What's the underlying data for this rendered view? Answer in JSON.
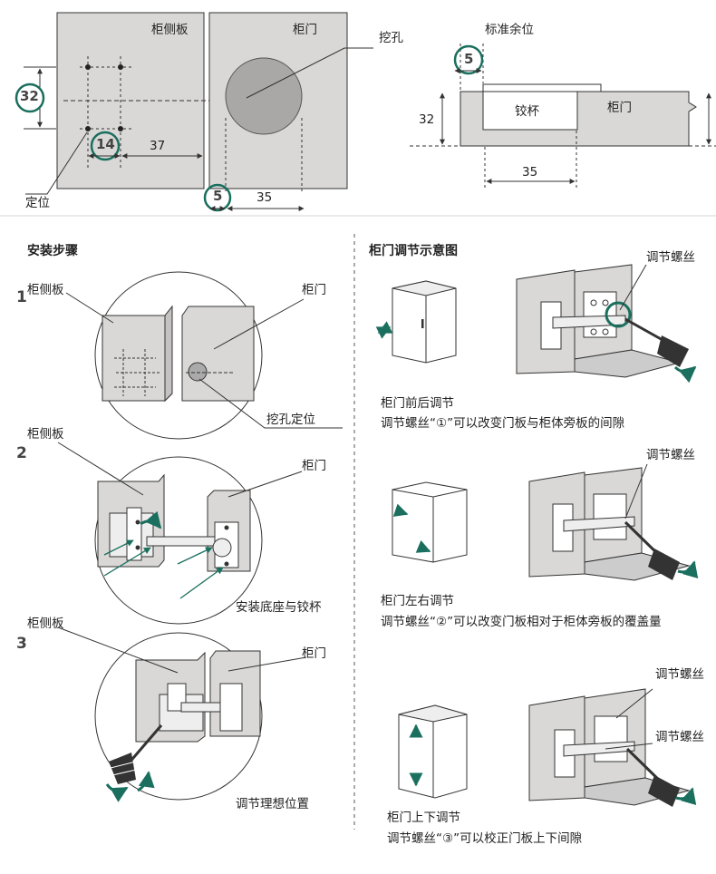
{
  "top": {
    "side_panel": "柜侧板",
    "door": "柜门",
    "hole": "挖孔",
    "dim_32": "32",
    "dim_14": "14",
    "dim_37": "37",
    "dim_5": "5",
    "dim_35": "35",
    "locate": "定位",
    "std_clearance": "标准余位",
    "dim_5_r": "5",
    "dim_32_r": "32",
    "cup": "铰杯",
    "door_r": "柜门",
    "dim_35_r": "35"
  },
  "install": {
    "title": "安装步骤",
    "steps": [
      {
        "num": "1",
        "left_label": "柜侧板",
        "right_label": "柜门",
        "caption": "挖孔定位"
      },
      {
        "num": "2",
        "left_label": "柜侧板",
        "right_label": "柜门",
        "caption": "安装底座与铰杯"
      },
      {
        "num": "3",
        "left_label": "柜侧板",
        "right_label": "柜门",
        "caption": "调节理想位置"
      }
    ]
  },
  "adjust": {
    "title": "柜门调节示意图",
    "items": [
      {
        "name": "柜门前后调节",
        "desc": "调节螺丝“①”可以改变门板与柜体旁板的间隙",
        "screw": "调节螺丝"
      },
      {
        "name": "柜门左右调节",
        "desc": "调节螺丝“②”可以改变门板相对于柜体旁板的覆盖量",
        "screw": "调节螺丝"
      },
      {
        "name": "柜门上下调节",
        "desc": "调节螺丝“③”可以校正门板上下间隙",
        "screw_a": "调节螺丝",
        "screw_b": "调节螺丝"
      }
    ]
  },
  "colors": {
    "panel": "#d9d8d6",
    "panel_dark": "#c4c3c1",
    "teal": "#1a6f5e",
    "line": "#333333"
  }
}
